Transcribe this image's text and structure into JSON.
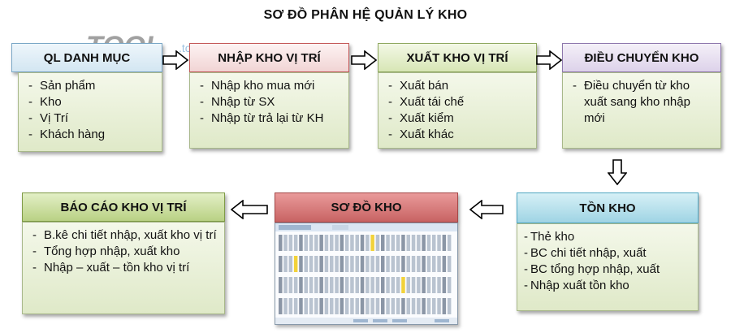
{
  "title": "SƠ ĐỒ PHÂN HỆ QUẢN LÝ KHO",
  "watermark": "TOOL",
  "boxes": {
    "ql_danh_muc": {
      "header": "QL DANH MỤC",
      "items": [
        "Sản phẩm",
        "Kho",
        "Vị Trí",
        "Khách hàng"
      ]
    },
    "nhap_kho": {
      "header": "NHẬP KHO VỊ TRÍ",
      "items": [
        "Nhập kho mua mới",
        "Nhập từ SX",
        "Nhập từ trả lại từ KH"
      ]
    },
    "xuat_kho": {
      "header": "XUẤT KHO VỊ TRÍ",
      "items": [
        "Xuất bán",
        "Xuất tái chế",
        "Xuất kiểm",
        "Xuất khác"
      ]
    },
    "dieu_chuyen": {
      "header": "ĐIỀU CHUYỂN KHO",
      "items": [
        "Điều chuyển từ kho xuất sang kho nhập mới"
      ]
    },
    "ton_kho": {
      "header": "TỒN KHO",
      "items": [
        "Thẻ kho",
        "BC chi tiết nhập, xuất",
        "BC tổng hợp nhập, xuất",
        "Nhập xuất tồn kho"
      ]
    },
    "so_do_kho": {
      "header": "SƠ ĐỒ KHO"
    },
    "bao_cao": {
      "header": "BÁO CÁO KHO VỊ TRÍ",
      "items": [
        "B.kê chi tiết nhập, xuất kho vị trí",
        "Tổng hợp nhập, xuất kho",
        "Nhập – xuất – tồn kho vị trí"
      ]
    }
  },
  "colors": {
    "blue": "#d3e6f2",
    "red": "#f1d4d4",
    "green": "#d7e6b5",
    "purple": "#ddd2ea",
    "cyan": "#9fd4e4",
    "redbar": "#c86363",
    "body": "#dfe9c8"
  }
}
